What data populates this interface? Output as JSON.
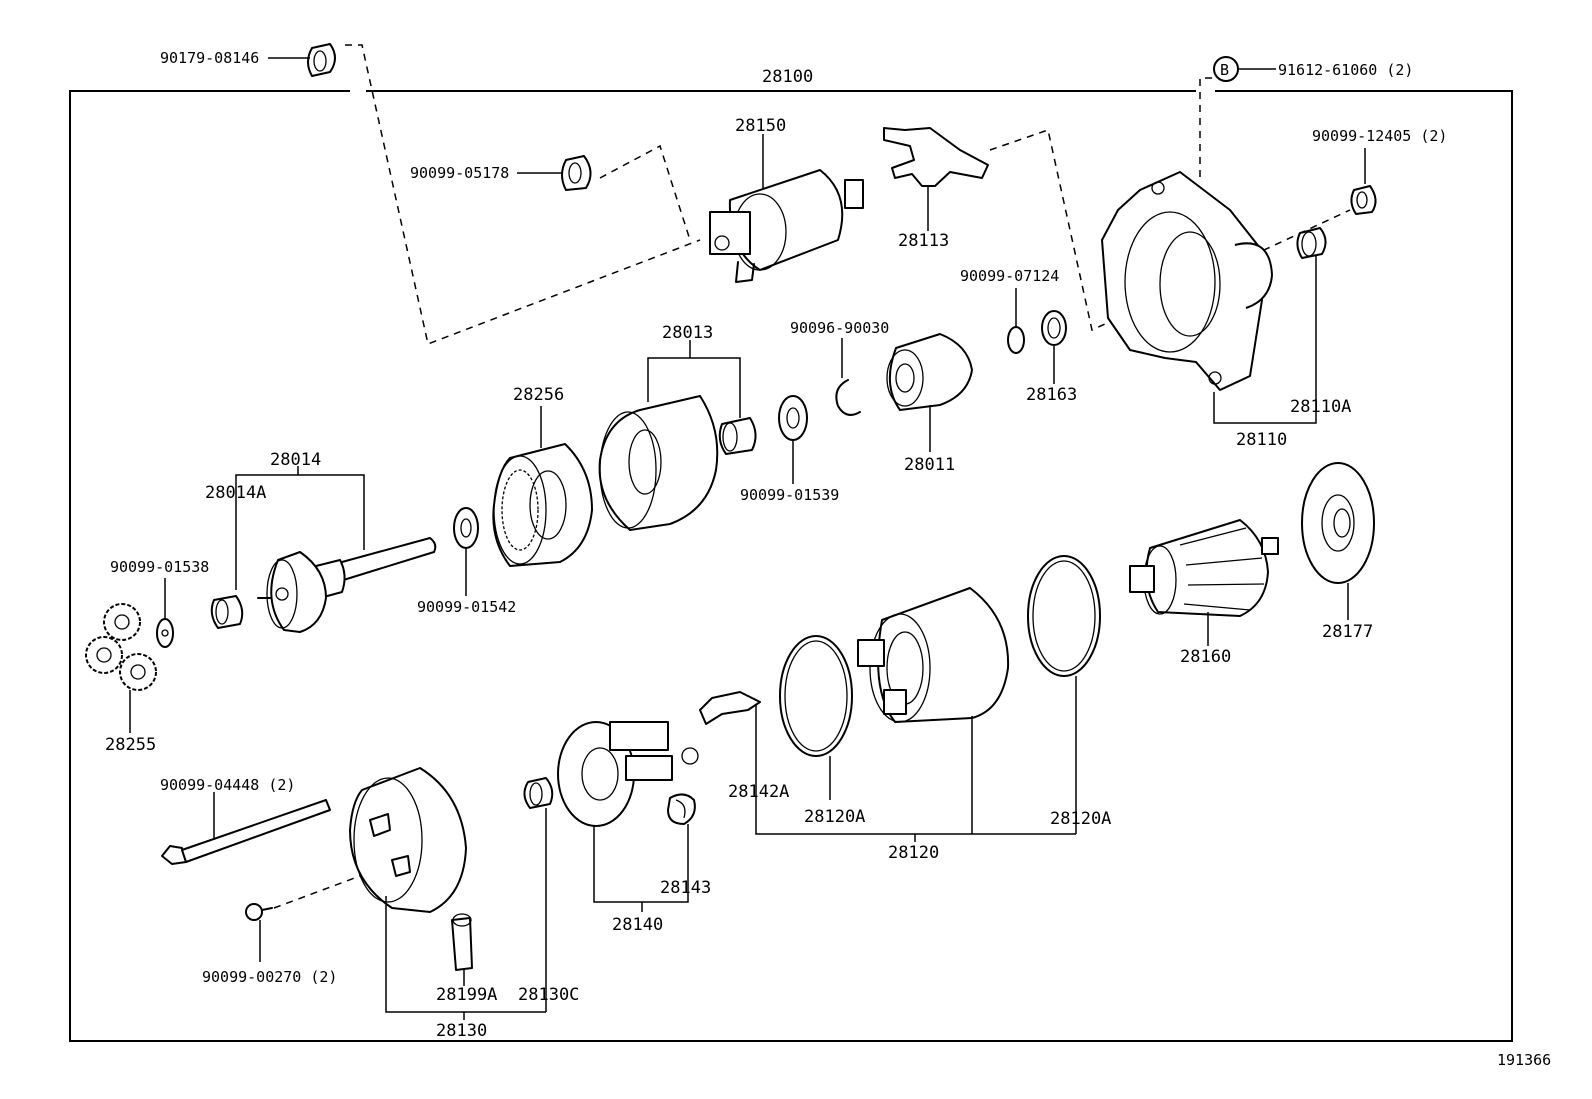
{
  "diagram_id": "191366",
  "labels": {
    "p90179_08146": "90179-08146",
    "p28100": "28100",
    "callout_b": "B",
    "p91612_61060": "91612-61060 (2)",
    "p28150": "28150",
    "p90099_05178": "90099-05178",
    "p28113": "28113",
    "p90099_12405": "90099-12405 (2)",
    "p90099_07124": "90099-07124",
    "p90096_90030": "90096-90030",
    "p28013": "28013",
    "p28163": "28163",
    "p28110A": "28110A",
    "p28256": "28256",
    "p28110": "28110",
    "p28011": "28011",
    "p28014": "28014",
    "p28014A": "28014A",
    "p90099_01539": "90099-01539",
    "p90099_01538": "90099-01538",
    "p90099_01542": "90099-01542",
    "p28177": "28177",
    "p28160": "28160",
    "p28255": "28255",
    "p90099_04448": "90099-04448 (2)",
    "p28142A": "28142A",
    "p28120A_left": "28120A",
    "p28120A_right": "28120A",
    "p28120": "28120",
    "p28143": "28143",
    "p28140": "28140",
    "p90099_00270": "90099-00270 (2)",
    "p28199A": "28199A",
    "p28130C": "28130C",
    "p28130": "28130"
  }
}
